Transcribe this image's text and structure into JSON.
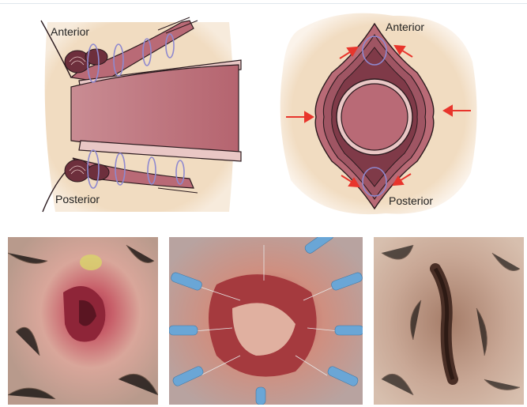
{
  "diagram_left": {
    "label_top": "Anterior",
    "label_bottom": "Posterior"
  },
  "diagram_right": {
    "label_top": "Anterior",
    "label_bottom": "Posterior"
  },
  "photos": [
    "photo-preop",
    "photo-intraop-retractors",
    "photo-postop"
  ],
  "colors": {
    "tissue_beige": "#f1dcc1",
    "mucosa": "#b96a76",
    "mucosa_dark": "#6d2f3c",
    "outline": "#2b1a1e",
    "suture_ring": "#8f89cf",
    "arrow": "#e8352c"
  }
}
